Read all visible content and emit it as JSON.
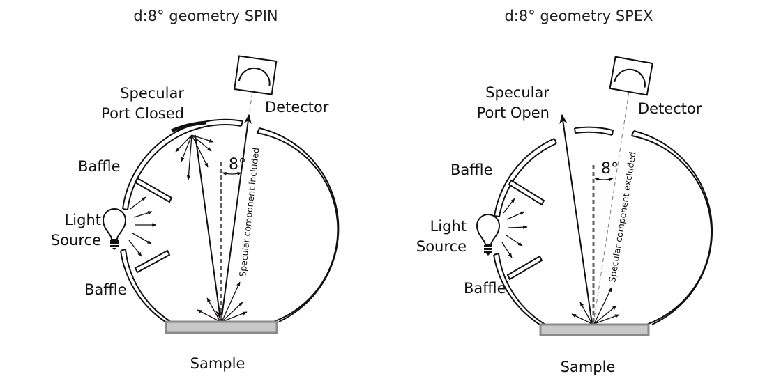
{
  "panels": [
    {
      "title": "d:8° geometry SPIN",
      "specular_port_label": [
        "Specular",
        "Port Closed"
      ],
      "detector_label": "Detector",
      "baffle_top_label": "Baffle",
      "baffle_bottom_label": "Baffle",
      "light_source_label": [
        "Light",
        "Source"
      ],
      "angle_label": "8°",
      "rotated_label": "Specular component included",
      "sample_label": "Sample",
      "specular_port_state": "closed"
    },
    {
      "title": "d:8° geometry SPEX",
      "specular_port_label": [
        "Specular",
        "Port Open"
      ],
      "detector_label": "Detector",
      "baffle_top_label": "Baffle",
      "baffle_bottom_label": "Baffle",
      "light_source_label": [
        "Light",
        "Source"
      ],
      "angle_label": "8°",
      "rotated_label": "Specular component excluded",
      "sample_label": "Sample",
      "specular_port_state": "open"
    }
  ],
  "colors": {
    "line": "#111111",
    "sample_fill": "#c8c8c8",
    "sample_border": "#8a8a8a",
    "normal_line": "#6b5c5c"
  }
}
